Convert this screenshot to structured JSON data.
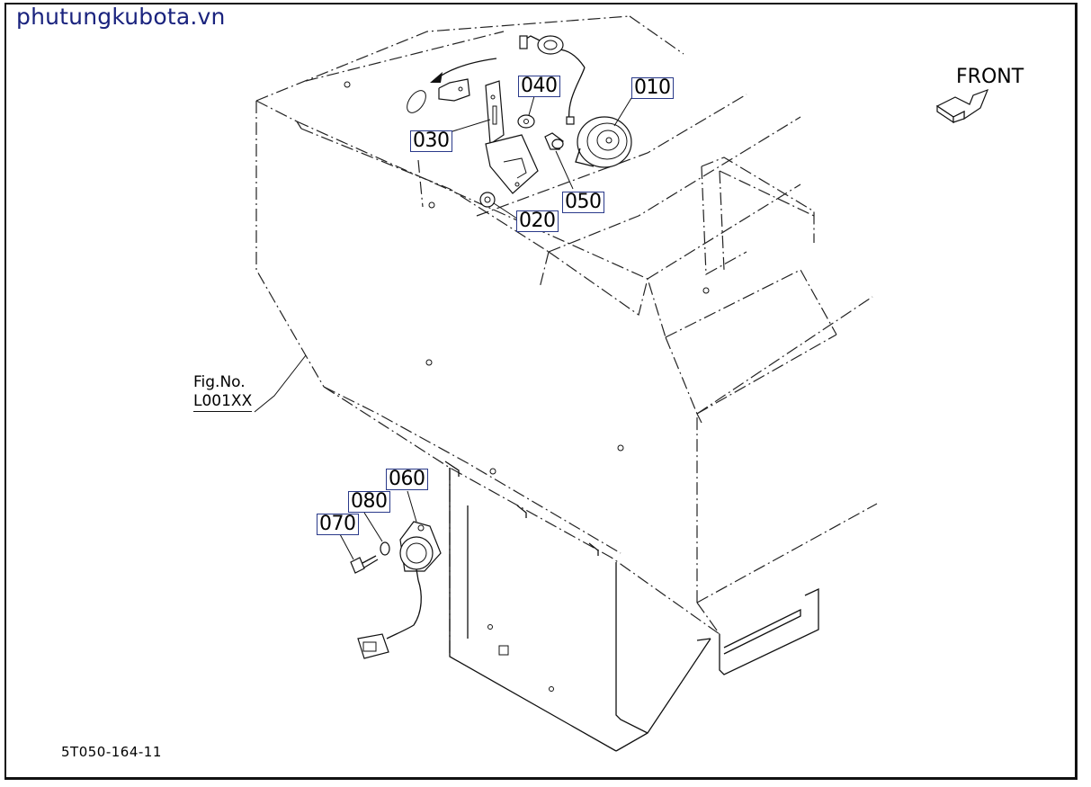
{
  "watermark": "phutungkubota.vn",
  "direction_label": "FRONT",
  "figure_reference": {
    "line1": "Fig.No.",
    "line2": "L001XX"
  },
  "drawing_number": "5T050-164-11",
  "callouts": {
    "p010": "010",
    "p020": "020",
    "p030": "030",
    "p040": "040",
    "p050": "050",
    "p060": "060",
    "p070": "070",
    "p080": "080"
  },
  "colors": {
    "callout_border": "#2a3a8a",
    "watermark": "#1a237e",
    "line": "#111111"
  },
  "icons": [
    "front-arrow-icon"
  ]
}
